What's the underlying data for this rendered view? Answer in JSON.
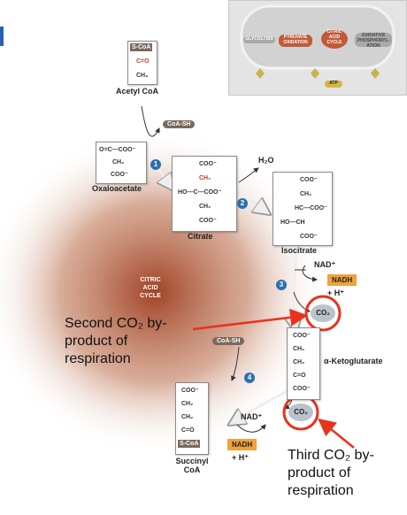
{
  "thumbnail": {
    "glycolysis": "GLYCOLYSIS",
    "pyruvate": "PYRUVATE OXIDATION",
    "citric": "CITRIC ACID CYCLE",
    "oxidative": "OXIDATIVE PHOSPHORYL-ATION",
    "atp": "ATP"
  },
  "cycle_label": [
    "CITRIC",
    "ACID",
    "CYCLE"
  ],
  "molecules": {
    "acetyl_coa": {
      "name": "Acetyl CoA",
      "lines": [
        "S-CoA",
        "C=O",
        "CH₃"
      ]
    },
    "oxaloacetate": {
      "name": "Oxaloacetate",
      "lines": [
        "O=C—COO⁻",
        "CH₂",
        "COO⁻"
      ]
    },
    "citrate": {
      "name": "Citrate",
      "lines": [
        "COO⁻",
        "CH₂",
        "HO—C—COO⁻",
        "CH₂",
        "COO⁻"
      ]
    },
    "isocitrate": {
      "name": "Isocitrate",
      "lines": [
        "COO⁻",
        "CH₂",
        "HC—COO⁻",
        "HO—CH",
        "COO⁻"
      ]
    },
    "ketoglutarate": {
      "name": "α-Ketoglutarate",
      "lines": [
        "COO⁻",
        "CH₂",
        "CH₂",
        "C=O",
        "COO⁻"
      ]
    },
    "succinyl_coa": {
      "name": "Succinyl CoA",
      "name_lines": [
        "Succinyl",
        "CoA"
      ],
      "lines": [
        "COO⁻",
        "CH₂",
        "CH₂",
        "C=O",
        "S-CoA"
      ]
    }
  },
  "cofactors": {
    "coa_sh_1": "CoA-SH",
    "h2o": "H₂O",
    "nad_1": "NAD⁺",
    "nadh_1": "NADH",
    "h_1": "+ H⁺",
    "co2_1": "CO₂",
    "coa_sh_2": "CoA-SH",
    "nad_2": "NAD⁺",
    "nadh_2": "NADH",
    "h_2": "+ H⁺",
    "co2_2": "CO₂"
  },
  "steps": [
    "1",
    "2",
    "3",
    "4"
  ],
  "annotations": {
    "second": [
      "Second CO₂ by-",
      "product of",
      "respiration"
    ],
    "third": [
      "Third CO₂ by-",
      "product of",
      "respiration"
    ]
  },
  "colors": {
    "step": "#2a6fb0",
    "nadh": "#f0a23c",
    "annotation_red": "#e8321e",
    "halo": "#9c3a1a"
  }
}
